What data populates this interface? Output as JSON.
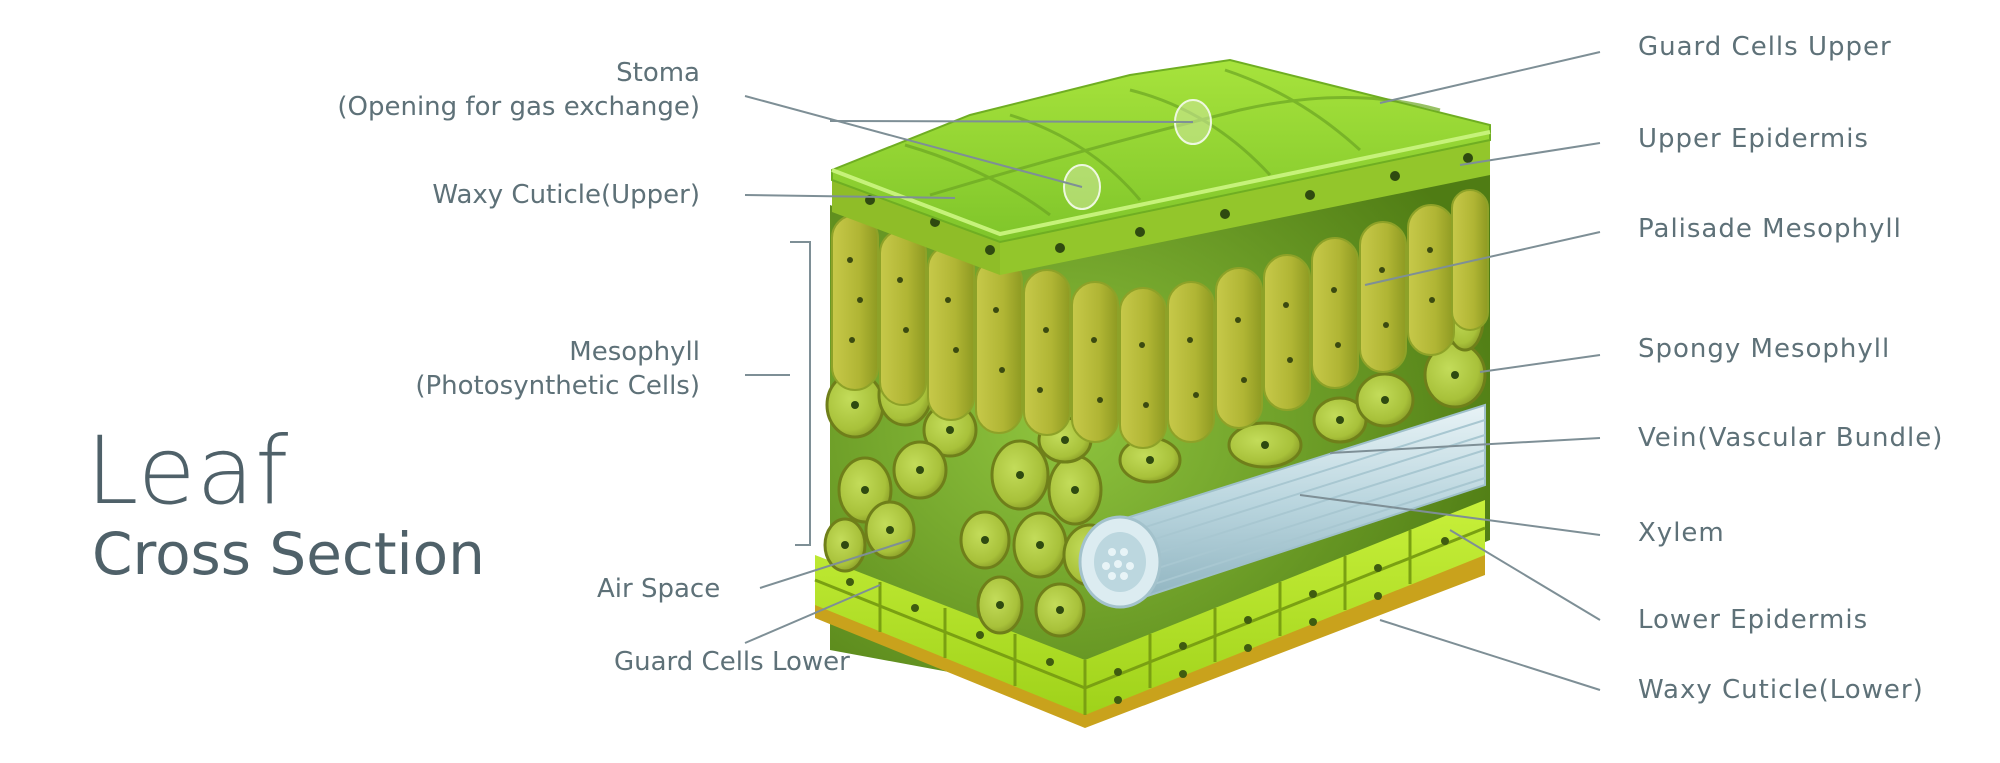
{
  "title": {
    "main": "Leaf",
    "sub": "Cross Section"
  },
  "left_labels": {
    "stoma": "Stoma",
    "stoma_desc": "(Opening for gas exchange)",
    "waxy_cuticle_upper": "Waxy Cuticle(Upper)",
    "mesophyll": "Mesophyll",
    "mesophyll_desc": "(Photosynthetic Cells)",
    "air_space": "Air Space",
    "guard_cells_lower": "Guard Cells Lower"
  },
  "right_labels": [
    {
      "label": "Guard Cells Upper"
    },
    {
      "label": "Upper Epidermis"
    },
    {
      "label": "Palisade Mesophyll"
    },
    {
      "label": "Spongy Mesophyll"
    },
    {
      "label": "Vein(Vascular Bundle)"
    },
    {
      "label": "Xylem"
    },
    {
      "label": "Lower Epidermis"
    },
    {
      "label": "Waxy Cuticle(Lower)"
    }
  ],
  "colors": {
    "text": "#5e7178",
    "title": "#4f6169",
    "leader_line": "#7e8f96",
    "upper_epidermis": "#8fd12e",
    "palisade": "#b5b935",
    "spongy": "#a8c83a",
    "interior": "#5f8f1e",
    "vein": "#c8dfe6",
    "lower_epidermis": "#b4e61e",
    "cuticle_lower": "#c9a21c"
  }
}
